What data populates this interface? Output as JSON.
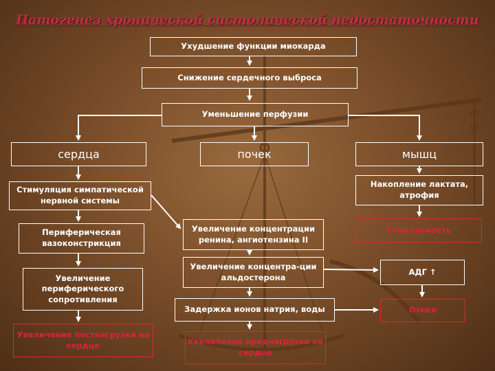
{
  "title": "Патогенез хронической систолической недостаточности",
  "boxes": {
    "worsening": "Ухудшение функции миокарда",
    "output_decrease": "Снижение сердечного выброса",
    "perfusion_decrease": "Уменьшение перфузии",
    "heart": "сердца",
    "kidneys": "почек",
    "muscles": "мышц",
    "sympathetic": "Стимуляция симпатической нервной системы",
    "lactate": "Накопление лактата, атрофия",
    "vasoconstriction": "Периферическая вазоконстрикция",
    "renin": "Увеличение концентрации ренина, ангиотензина II",
    "fatigue": "Утомляемость",
    "peripheral_resistance": "Увеличение периферического сопротивления",
    "aldosterone": "Увеличение концентра-ции альдостерона",
    "adh": "АДГ ↑",
    "sodium_retention": "Задержка ионов натрия, воды",
    "edema": "Отеки",
    "afterload": "Увеличение постнагрузки на сердце",
    "preload": "Увеличение преднагрузки на сердце"
  },
  "colors": {
    "title": "#c2294a",
    "box_border": "#ffffff",
    "highlight_border": "#e8242c",
    "highlight_text": "#d8243c",
    "arrow": "#ffffff"
  }
}
